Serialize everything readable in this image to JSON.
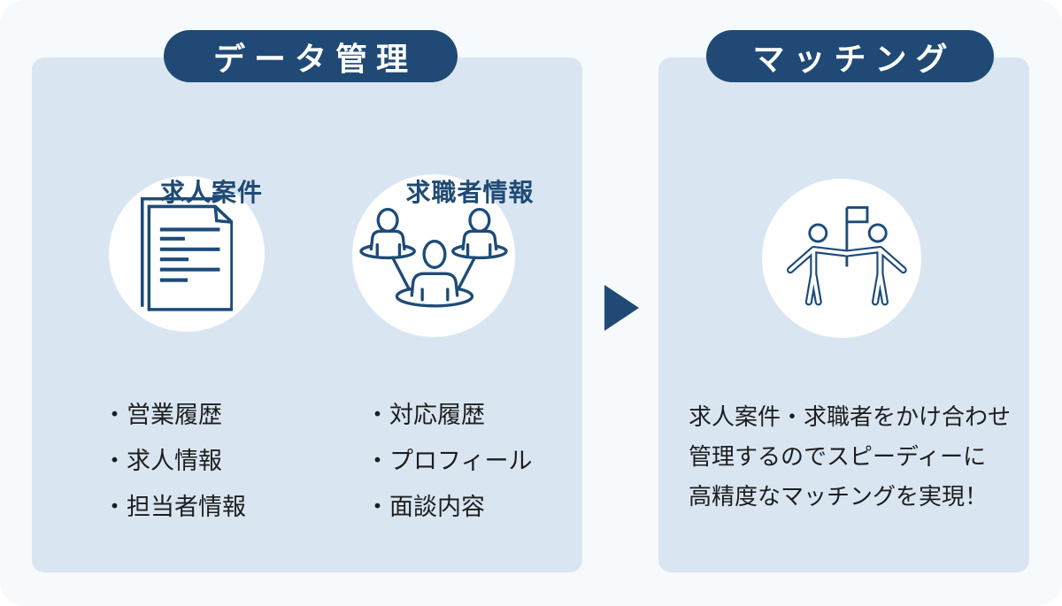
{
  "colors": {
    "navy": "#204a75",
    "panel_background": "#d9e6f2",
    "page_background": "#f6fafc",
    "circle_background": "#ffffff",
    "body_text": "#1d1d1d",
    "badge_text": "#ffffff"
  },
  "left_section": {
    "badge_label": "データ管理",
    "columns": [
      {
        "heading": "求人案件",
        "icon": "documents-icon",
        "items": [
          "・営業履歴",
          "・求人情報",
          "・担当者情報"
        ]
      },
      {
        "heading": "求職者情報",
        "icon": "people-group-icon",
        "items": [
          "・対応履歴",
          "・プロフィール",
          "・面談内容"
        ]
      }
    ]
  },
  "arrow": {
    "icon": "right-arrow-icon"
  },
  "right_section": {
    "badge_label": "マッチング",
    "icon": "matching-flag-icon",
    "description_lines": [
      "求人案件・求職者をかけ合わせ",
      "管理するのでスピーディーに",
      "高精度なマッチングを実現！"
    ]
  }
}
